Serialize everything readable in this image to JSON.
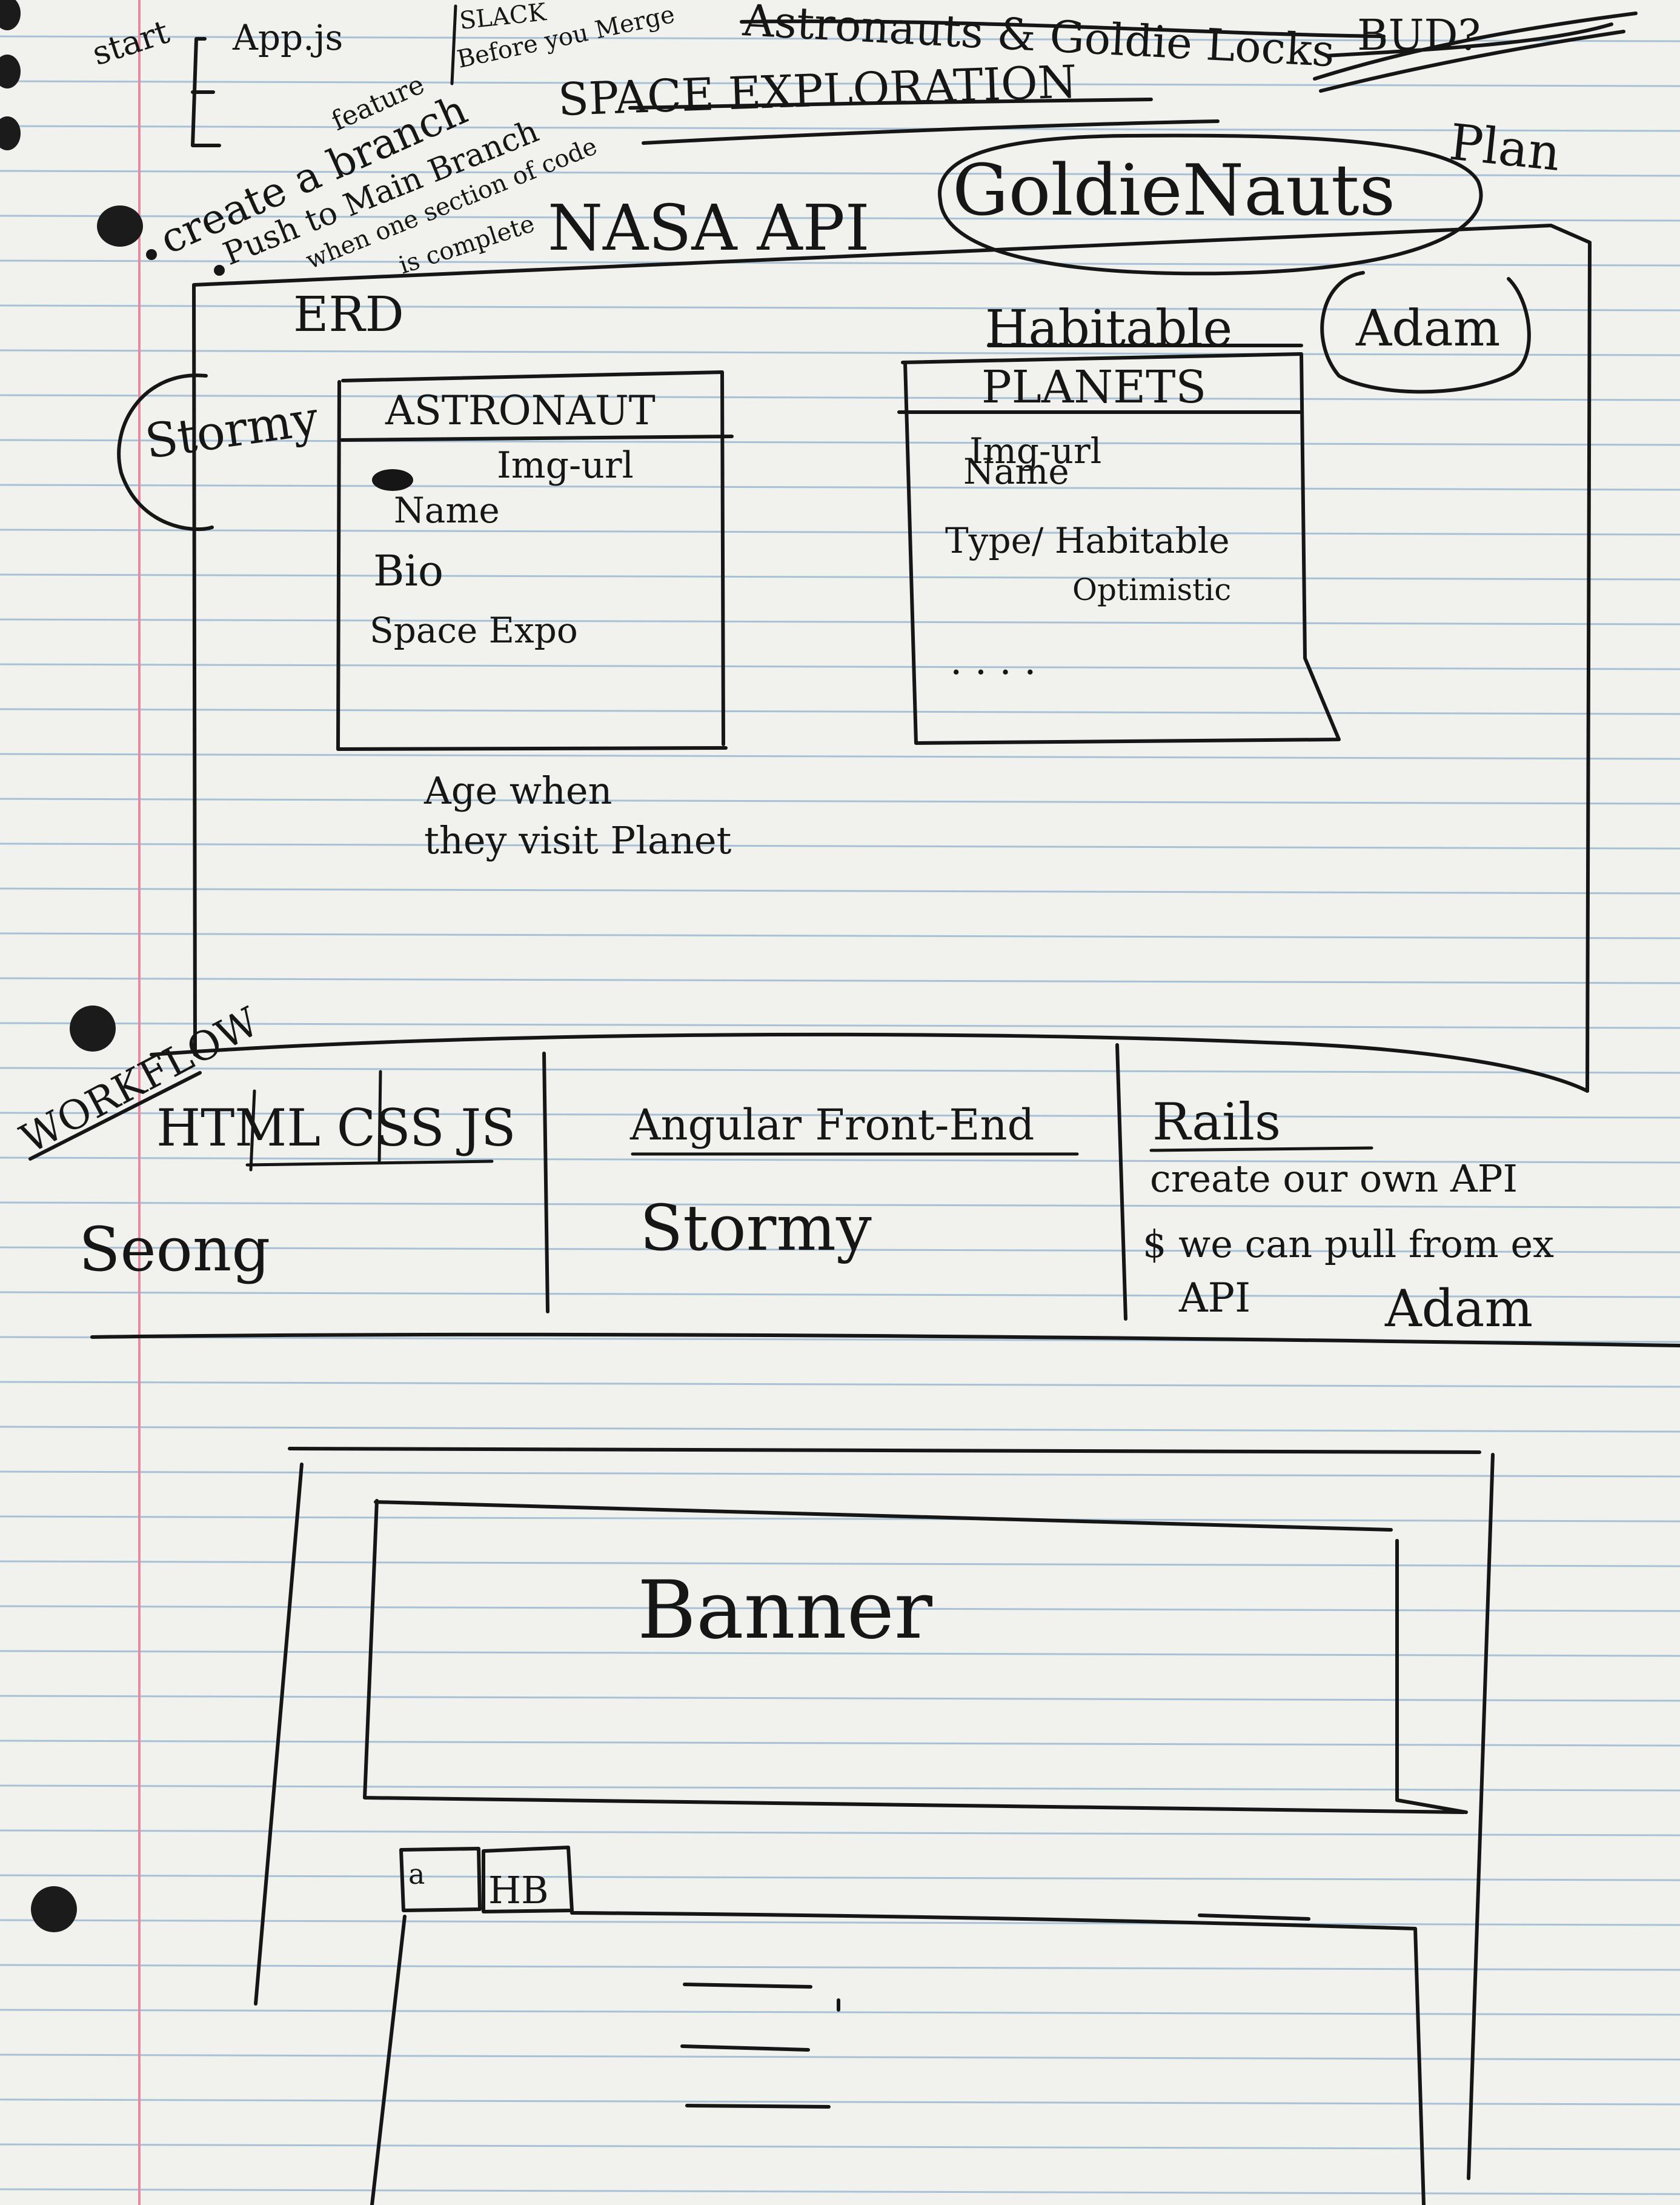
{
  "workflow_notes": {
    "start": "start",
    "branch_items": [
      "App.js",
      "",
      ""
    ],
    "slack": "SLACK",
    "slack_sub": "Before you Merge",
    "bullet_1_pre": "feature",
    "bullet_1": "create a branch",
    "bullet_2": "Push to Main Branch",
    "bullet_2_sub_1": "when one section of code",
    "bullet_2_sub_2": "is complete"
  },
  "title_ideas": {
    "struck_1": "Astronauts & Goldie Locks",
    "struck_2": "BUD?",
    "struck_3": "SPACE EXPLORATION",
    "plan": "Plan",
    "nasa_api": "NASA API",
    "project_name": "GoldieNauts"
  },
  "erd": {
    "label": "ERD",
    "astronaut_owner": "Stormy",
    "astronaut_entity": {
      "title": "ASTRONAUT",
      "fields": [
        "Img-url",
        "Name",
        "Bio",
        "Space Expo"
      ]
    },
    "astronaut_note": [
      "Age when",
      "they visit Planet"
    ],
    "planets_owner": "Adam",
    "planets_entity": {
      "title_top": "Habitable",
      "title": "PLANETS",
      "fields": [
        "Img-url",
        "Name",
        "Type/ Habitable",
        "Optimistic",
        ". . . ."
      ]
    }
  },
  "workflow": {
    "label": "WORKFLOW",
    "columns": [
      {
        "title": "HTML CSS JS",
        "owner": "Seong",
        "notes": []
      },
      {
        "title": "Angular Front-End",
        "owner": "Stormy",
        "notes": []
      },
      {
        "title": "Rails",
        "owner": "Adam",
        "notes": [
          "create our own API",
          "$ we can pull from ex",
          "API"
        ]
      }
    ]
  },
  "wireframe": {
    "banner": "Banner",
    "tab_1": "a",
    "tab_2": "HB"
  }
}
